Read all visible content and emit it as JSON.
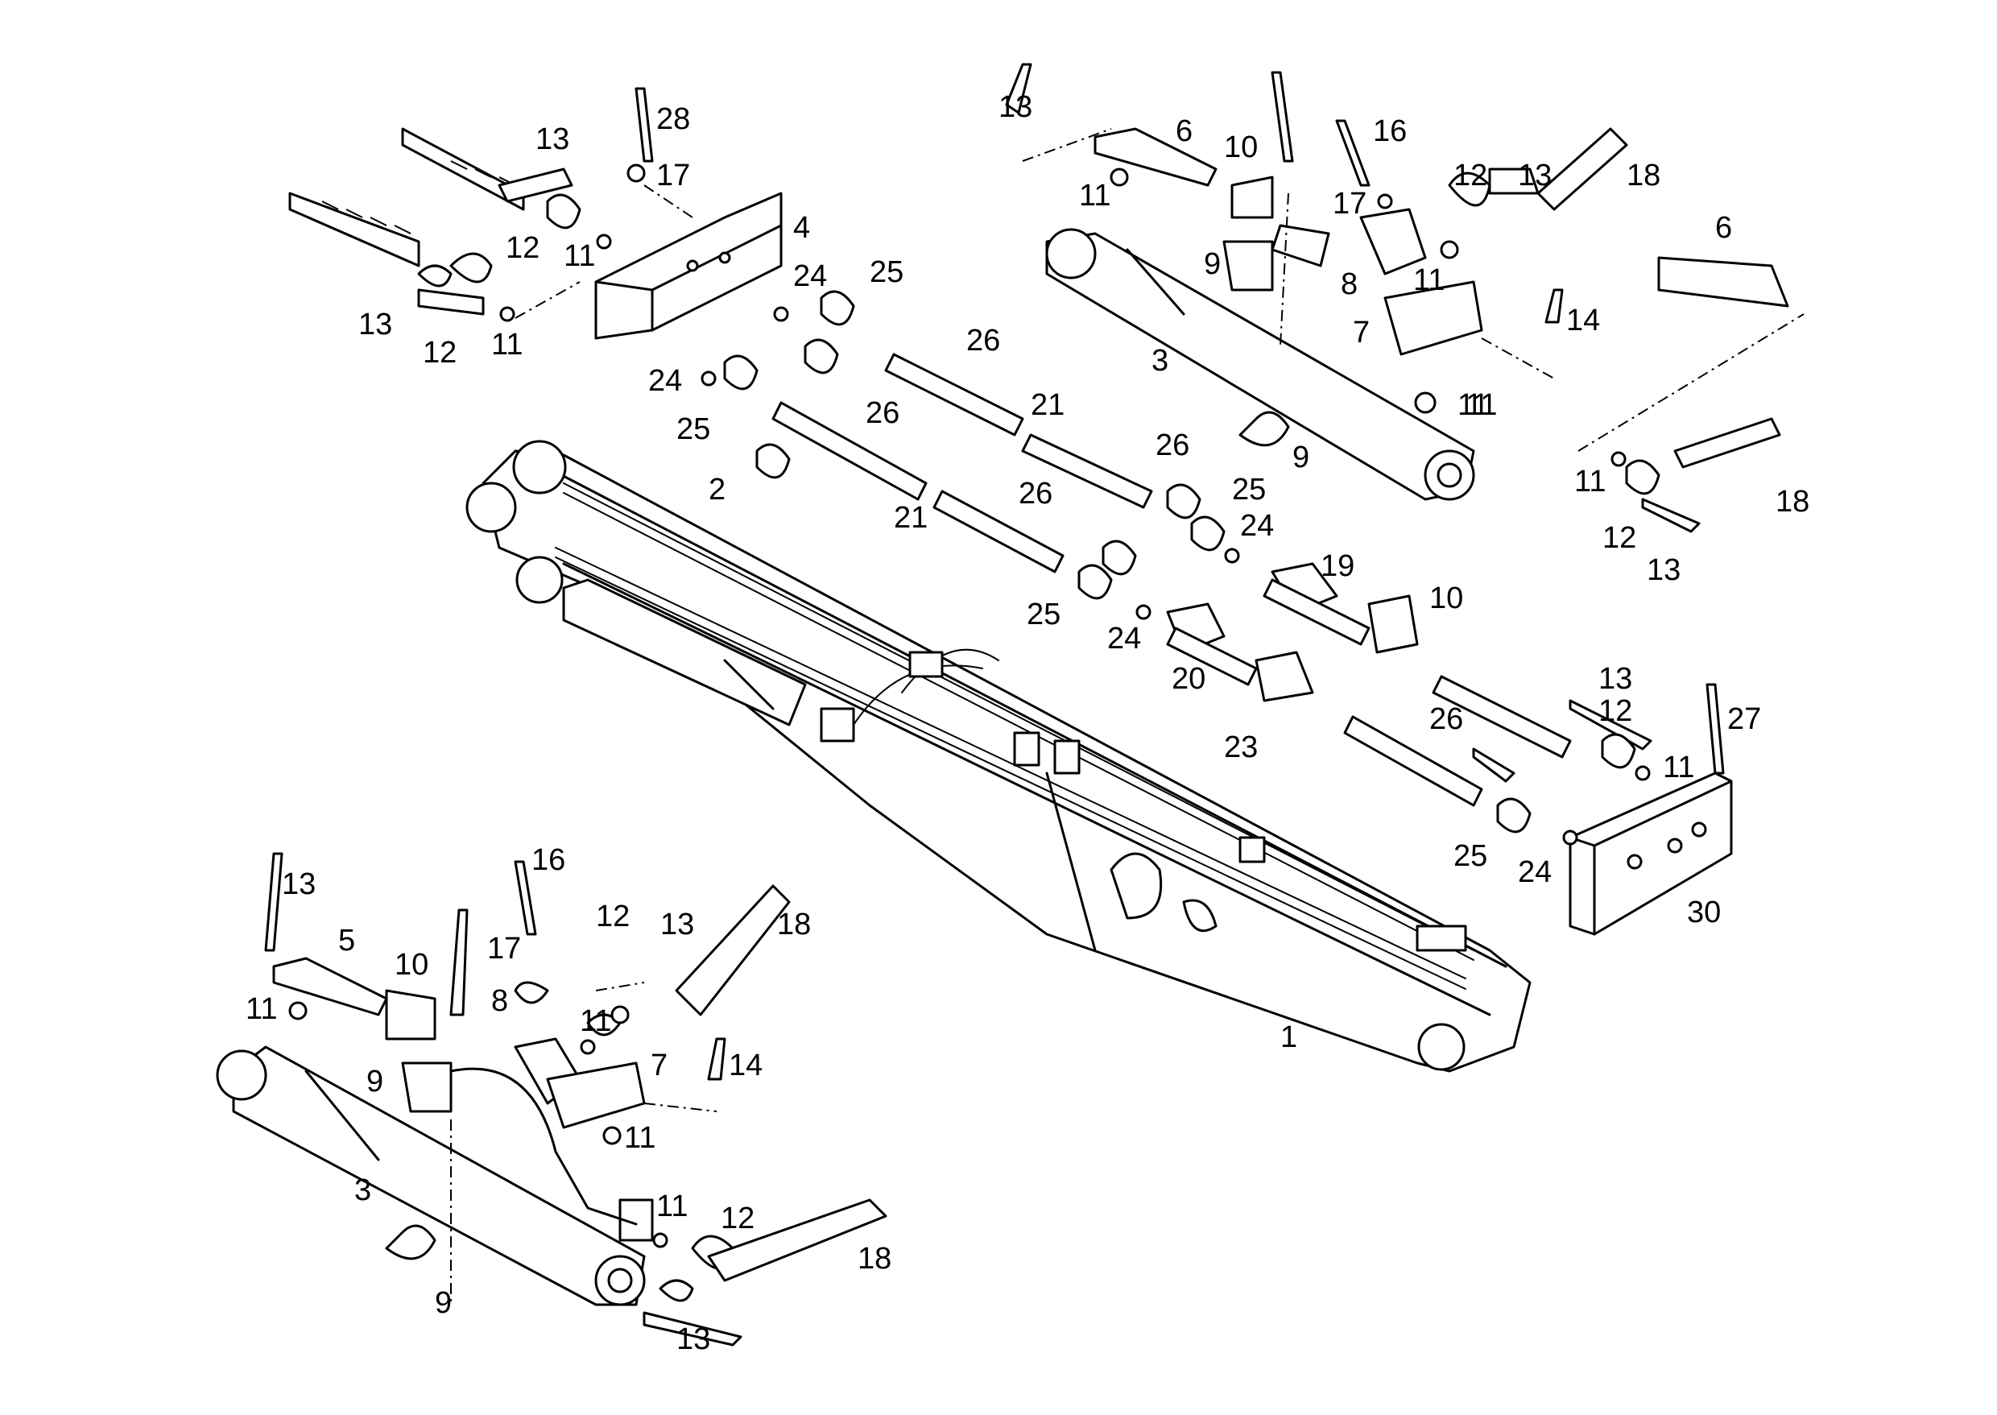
{
  "labels": [
    {
      "id": "l1",
      "text": "1"
    },
    {
      "id": "l2",
      "text": "2"
    },
    {
      "id": "l3a",
      "text": "3"
    },
    {
      "id": "l3b",
      "text": "3"
    },
    {
      "id": "l4",
      "text": "4"
    },
    {
      "id": "l5",
      "text": "5"
    },
    {
      "id": "l6a",
      "text": "6"
    },
    {
      "id": "l6b",
      "text": "6"
    },
    {
      "id": "l7a",
      "text": "7"
    },
    {
      "id": "l7b",
      "text": "7"
    },
    {
      "id": "l8a",
      "text": "8"
    },
    {
      "id": "l8b",
      "text": "8"
    },
    {
      "id": "l9a",
      "text": "9"
    },
    {
      "id": "l9b",
      "text": "9"
    },
    {
      "id": "l9c",
      "text": "9"
    },
    {
      "id": "l9d",
      "text": "9"
    },
    {
      "id": "l10a",
      "text": "10"
    },
    {
      "id": "l10b",
      "text": "10"
    },
    {
      "id": "l10c",
      "text": "10"
    },
    {
      "id": "l11a",
      "text": "11"
    },
    {
      "id": "l11b",
      "text": "11"
    },
    {
      "id": "l11c",
      "text": "11"
    },
    {
      "id": "l11d",
      "text": "11"
    },
    {
      "id": "l11e",
      "text": "11"
    },
    {
      "id": "l11f",
      "text": "11"
    },
    {
      "id": "l11g",
      "text": "11"
    },
    {
      "id": "l11h",
      "text": "11"
    },
    {
      "id": "l11i",
      "text": "11"
    },
    {
      "id": "l11j",
      "text": "11"
    },
    {
      "id": "l11k",
      "text": "11"
    },
    {
      "id": "l11l",
      "text": "11"
    },
    {
      "id": "l12a",
      "text": "12"
    },
    {
      "id": "l12b",
      "text": "12"
    },
    {
      "id": "l12c",
      "text": "12"
    },
    {
      "id": "l12d",
      "text": "12"
    },
    {
      "id": "l12e",
      "text": "12"
    },
    {
      "id": "l12f",
      "text": "12"
    },
    {
      "id": "l12g",
      "text": "12"
    },
    {
      "id": "l13a",
      "text": "13"
    },
    {
      "id": "l13b",
      "text": "13"
    },
    {
      "id": "l13c",
      "text": "13"
    },
    {
      "id": "l13d",
      "text": "13"
    },
    {
      "id": "l13e",
      "text": "13"
    },
    {
      "id": "l13f",
      "text": "13"
    },
    {
      "id": "l13g",
      "text": "13"
    },
    {
      "id": "l13h",
      "text": "13"
    },
    {
      "id": "l13i",
      "text": "13"
    },
    {
      "id": "l14a",
      "text": "14"
    },
    {
      "id": "l14b",
      "text": "14"
    },
    {
      "id": "l16a",
      "text": "16"
    },
    {
      "id": "l16b",
      "text": "16"
    },
    {
      "id": "l17a",
      "text": "17"
    },
    {
      "id": "l17b",
      "text": "17"
    },
    {
      "id": "l17c",
      "text": "17"
    },
    {
      "id": "l18a",
      "text": "18"
    },
    {
      "id": "l18b",
      "text": "18"
    },
    {
      "id": "l18c",
      "text": "18"
    },
    {
      "id": "l18d",
      "text": "18"
    },
    {
      "id": "l19",
      "text": "19"
    },
    {
      "id": "l20",
      "text": "20"
    },
    {
      "id": "l21a",
      "text": "21"
    },
    {
      "id": "l21b",
      "text": "21"
    },
    {
      "id": "l23",
      "text": "23"
    },
    {
      "id": "l24a",
      "text": "24"
    },
    {
      "id": "l24b",
      "text": "24"
    },
    {
      "id": "l24c",
      "text": "24"
    },
    {
      "id": "l24d",
      "text": "24"
    },
    {
      "id": "l24e",
      "text": "24"
    },
    {
      "id": "l25a",
      "text": "25"
    },
    {
      "id": "l25b",
      "text": "25"
    },
    {
      "id": "l25c",
      "text": "25"
    },
    {
      "id": "l25d",
      "text": "25"
    },
    {
      "id": "l25e",
      "text": "25"
    },
    {
      "id": "l26a",
      "text": "26"
    },
    {
      "id": "l26b",
      "text": "26"
    },
    {
      "id": "l26c",
      "text": "26"
    },
    {
      "id": "l26d",
      "text": "26"
    },
    {
      "id": "l26e",
      "text": "26"
    },
    {
      "id": "l27",
      "text": "27"
    },
    {
      "id": "l28",
      "text": "28"
    },
    {
      "id": "l30",
      "text": "30"
    }
  ]
}
